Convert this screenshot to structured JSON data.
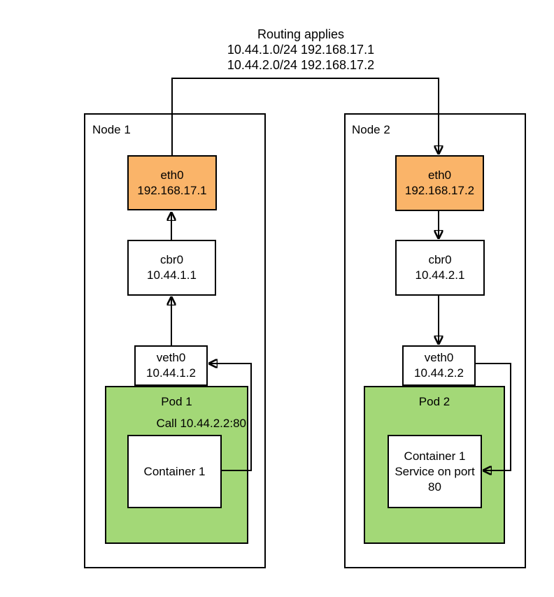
{
  "title": {
    "line1": "Routing applies",
    "line2": "10.44.1.0/24 192.168.17.1",
    "line3": "10.44.2.0/24 192.168.17.2"
  },
  "colors": {
    "eth0_fill": "#fab469",
    "pod_fill": "#a3d877",
    "line": "#000000",
    "background": "#ffffff"
  },
  "node1": {
    "label": "Node 1",
    "eth0": {
      "name": "eth0",
      "ip": "192.168.17.1"
    },
    "cbr0": {
      "name": "cbr0",
      "ip": "10.44.1.1"
    },
    "veth0": {
      "name": "veth0",
      "ip": "10.44.1.2"
    },
    "pod": {
      "label": "Pod 1",
      "call_label": "Call 10.44.2.2:80",
      "container": {
        "lines": [
          "Container 1"
        ]
      }
    }
  },
  "node2": {
    "label": "Node 2",
    "eth0": {
      "name": "eth0",
      "ip": "192.168.17.2"
    },
    "cbr0": {
      "name": "cbr0",
      "ip": "10.44.2.1"
    },
    "veth0": {
      "name": "veth0",
      "ip": "10.44.2.2"
    },
    "pod": {
      "label": "Pod 2",
      "container": {
        "lines": [
          "Container 1",
          "Service on port",
          "80"
        ]
      }
    }
  }
}
